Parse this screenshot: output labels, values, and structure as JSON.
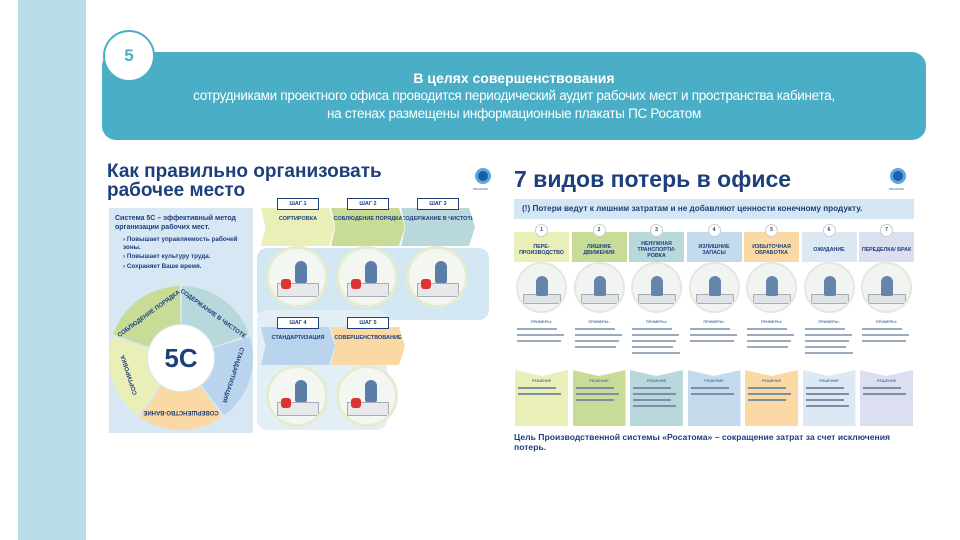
{
  "slide_number": "5",
  "banner": {
    "title": "В целях совершенствования",
    "line1": "сотрудниками проектного офиса проводится периодический аудит рабочих мест и пространства кабинета,",
    "line2": "на стенах размещены информационные плакаты ПС Росатом"
  },
  "poster1": {
    "title_line1": "Как правильно организовать",
    "title_line2": "рабочее место",
    "logo_text": "РОСАТОМ",
    "panel_head": "Система 5С – эффективный метод организации рабочих мест.",
    "bullets": [
      "› Повышает управляемость рабочей зоны.",
      "› Повышает культуру труда.",
      "› Сохраняет Ваше время."
    ],
    "center": "5С",
    "segments": [
      {
        "label": "СОБЛЮДЕНИЕ ПОРЯДКА",
        "color": "#c8dc98"
      },
      {
        "label": "СОДЕРЖАНИЕ В ЧИСТОТЕ",
        "color": "#b9d8dc"
      },
      {
        "label": "СТАНДАРТИЗАЦИЯ",
        "color": "#b9d4ec"
      },
      {
        "label": "СОВЕРШЕНСТВО-ВАНИЕ",
        "color": "#fbd9a4"
      },
      {
        "label": "СОРТИРОВКА",
        "color": "#e9efb6"
      }
    ],
    "steps": [
      {
        "tag": "ШАГ 1",
        "name": "СОРТИРОВКА",
        "color": "#e9efb6"
      },
      {
        "tag": "ШАГ 2",
        "name": "СОБЛЮДЕНИЕ ПОРЯДКА",
        "color": "#c8dc98"
      },
      {
        "tag": "ШАГ 3",
        "name": "СОДЕРЖАНИЕ В ЧИСТОТЕ",
        "color": "#b9d8dc"
      },
      {
        "tag": "ШАГ 4",
        "name": "СТАНДАРТИЗАЦИЯ",
        "color": "#b9d4ec"
      },
      {
        "tag": "ШАГ 5",
        "name": "СОВЕРШЕНСТВОВАНИЕ",
        "color": "#fbd9a4"
      }
    ]
  },
  "poster2": {
    "title": "7 видов потерь в офисе",
    "logo_text": "РОСАТОМ",
    "info": "(!) Потери ведут к лишним затратам и не добавляют ценности конечному продукту.",
    "examples_label": "ПРИМЕРЫ:",
    "solution_label": "РЕШЕНИЕ",
    "columns": [
      {
        "n": "1",
        "label": "ПЕРЕ-ПРОИЗВОДСТВО",
        "color": "#e9efb6"
      },
      {
        "n": "2",
        "label": "ЛИШНИЕ ДВИЖЕНИЯ",
        "color": "#c8dc98"
      },
      {
        "n": "3",
        "label": "НЕНУЖНАЯ ТРАНСПОРТИ-РОВКА",
        "color": "#b9d8dc"
      },
      {
        "n": "4",
        "label": "ИЗЛИШНИЕ ЗАПАСЫ",
        "color": "#c4dbee"
      },
      {
        "n": "5",
        "label": "ИЗБЫТОЧНАЯ ОБРАБОТКА",
        "color": "#fbd9a4"
      },
      {
        "n": "6",
        "label": "ОЖИДАНИЕ",
        "color": "#dce8f3"
      },
      {
        "n": "7",
        "label": "ПЕРЕДЕЛКА/ БРАК",
        "color": "#dcdff0"
      }
    ],
    "footer": "Цель Производственной системы «Росатома» – сокращение затрат за счет исключения потерь."
  }
}
